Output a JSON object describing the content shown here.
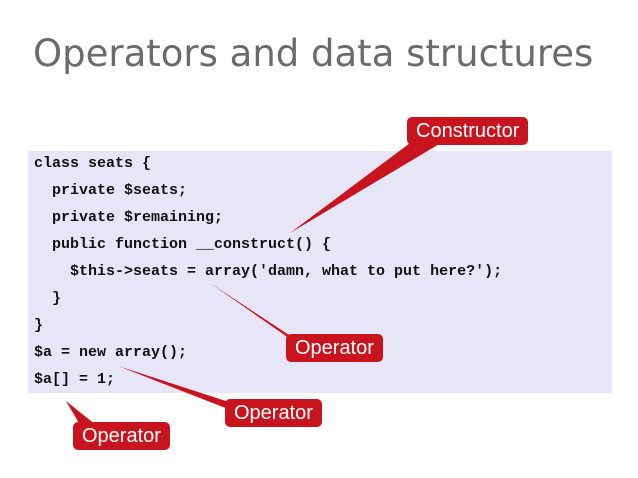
{
  "slide": {
    "title": "Operators and data structures"
  },
  "code": {
    "lines": [
      "class seats {",
      "  private $seats;",
      "  private $remaining;",
      "  public function __construct() {",
      "    $this->seats = array('damn, what to put here?');",
      "  }",
      "}",
      "$a = new array();",
      "$a[] = 1;"
    ]
  },
  "callouts": {
    "constructor": "Constructor",
    "operator_array": "Operator",
    "operator_append": "Operator",
    "operator_variable": "Operator"
  },
  "colors": {
    "title": "#6b6b6b",
    "code_background": "#e6e6f8",
    "callout": "#c8141e",
    "callout_text": "#ffffff"
  }
}
